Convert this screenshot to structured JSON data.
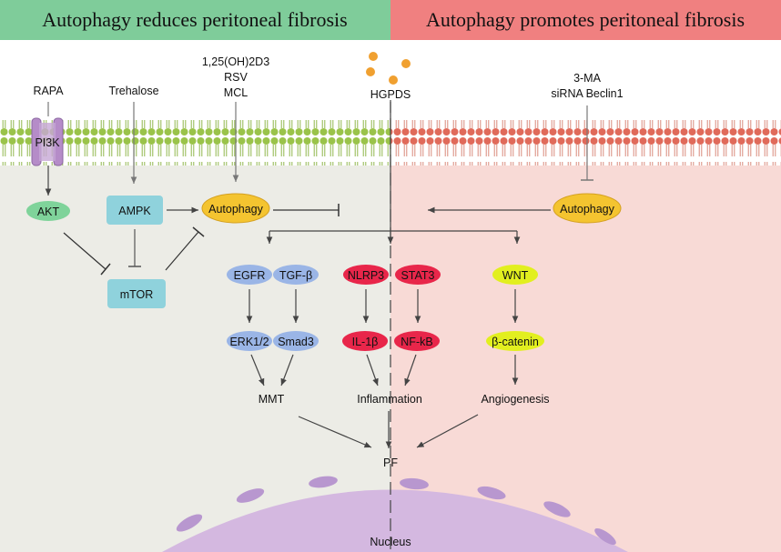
{
  "headers": {
    "left": "Autophagy reduces peritoneal fibrosis",
    "right": "Autophagy promotes peritoneal fibrosis"
  },
  "inducers": {
    "rapa": "RAPA",
    "trehalose": "Trehalose",
    "vitd": "1,25(OH)2D3",
    "rsv": "RSV",
    "mcl": "MCL",
    "hgpds": "HGPDS",
    "three_ma": "3-MA",
    "sirna": "siRNA Beclin1"
  },
  "nodes": {
    "pi3k": "PI3K",
    "akt": "AKT",
    "ampk": "AMPK",
    "mtor": "mTOR",
    "autophagy_left": "Autophagy",
    "autophagy_right": "Autophagy",
    "egfr": "EGFR",
    "tgfb": "TGF-β",
    "erk": "ERK1/2",
    "smad3": "Smad3",
    "nlrp3": "NLRP3",
    "stat3": "STAT3",
    "il1b": "IL-1β",
    "nfkb": "NF-kB",
    "wnt": "WNT",
    "bcatenin": "β-catenin"
  },
  "outcomes": {
    "mmt": "MMT",
    "inflammation": "Inflammation",
    "angiogenesis": "Angiogenesis",
    "pf": "PF",
    "nucleus": "Nucleus"
  },
  "colors": {
    "left_header": "#7fcc9a",
    "right_header": "#f08080",
    "left_bg": "#ecece6",
    "right_bg": "#f8dad6",
    "membrane_green": "#9ac34a",
    "membrane_red": "#e06a5a",
    "akt": "#7fd39a",
    "ampk": "#8fd2dc",
    "autophagy": "#f4c430",
    "blue_node": "#9ab5e6",
    "red_node": "#e8264a",
    "yellow_node": "#e2ef1f",
    "nucleus": "#d4b8e0",
    "pi3k": "#b58cc8"
  }
}
